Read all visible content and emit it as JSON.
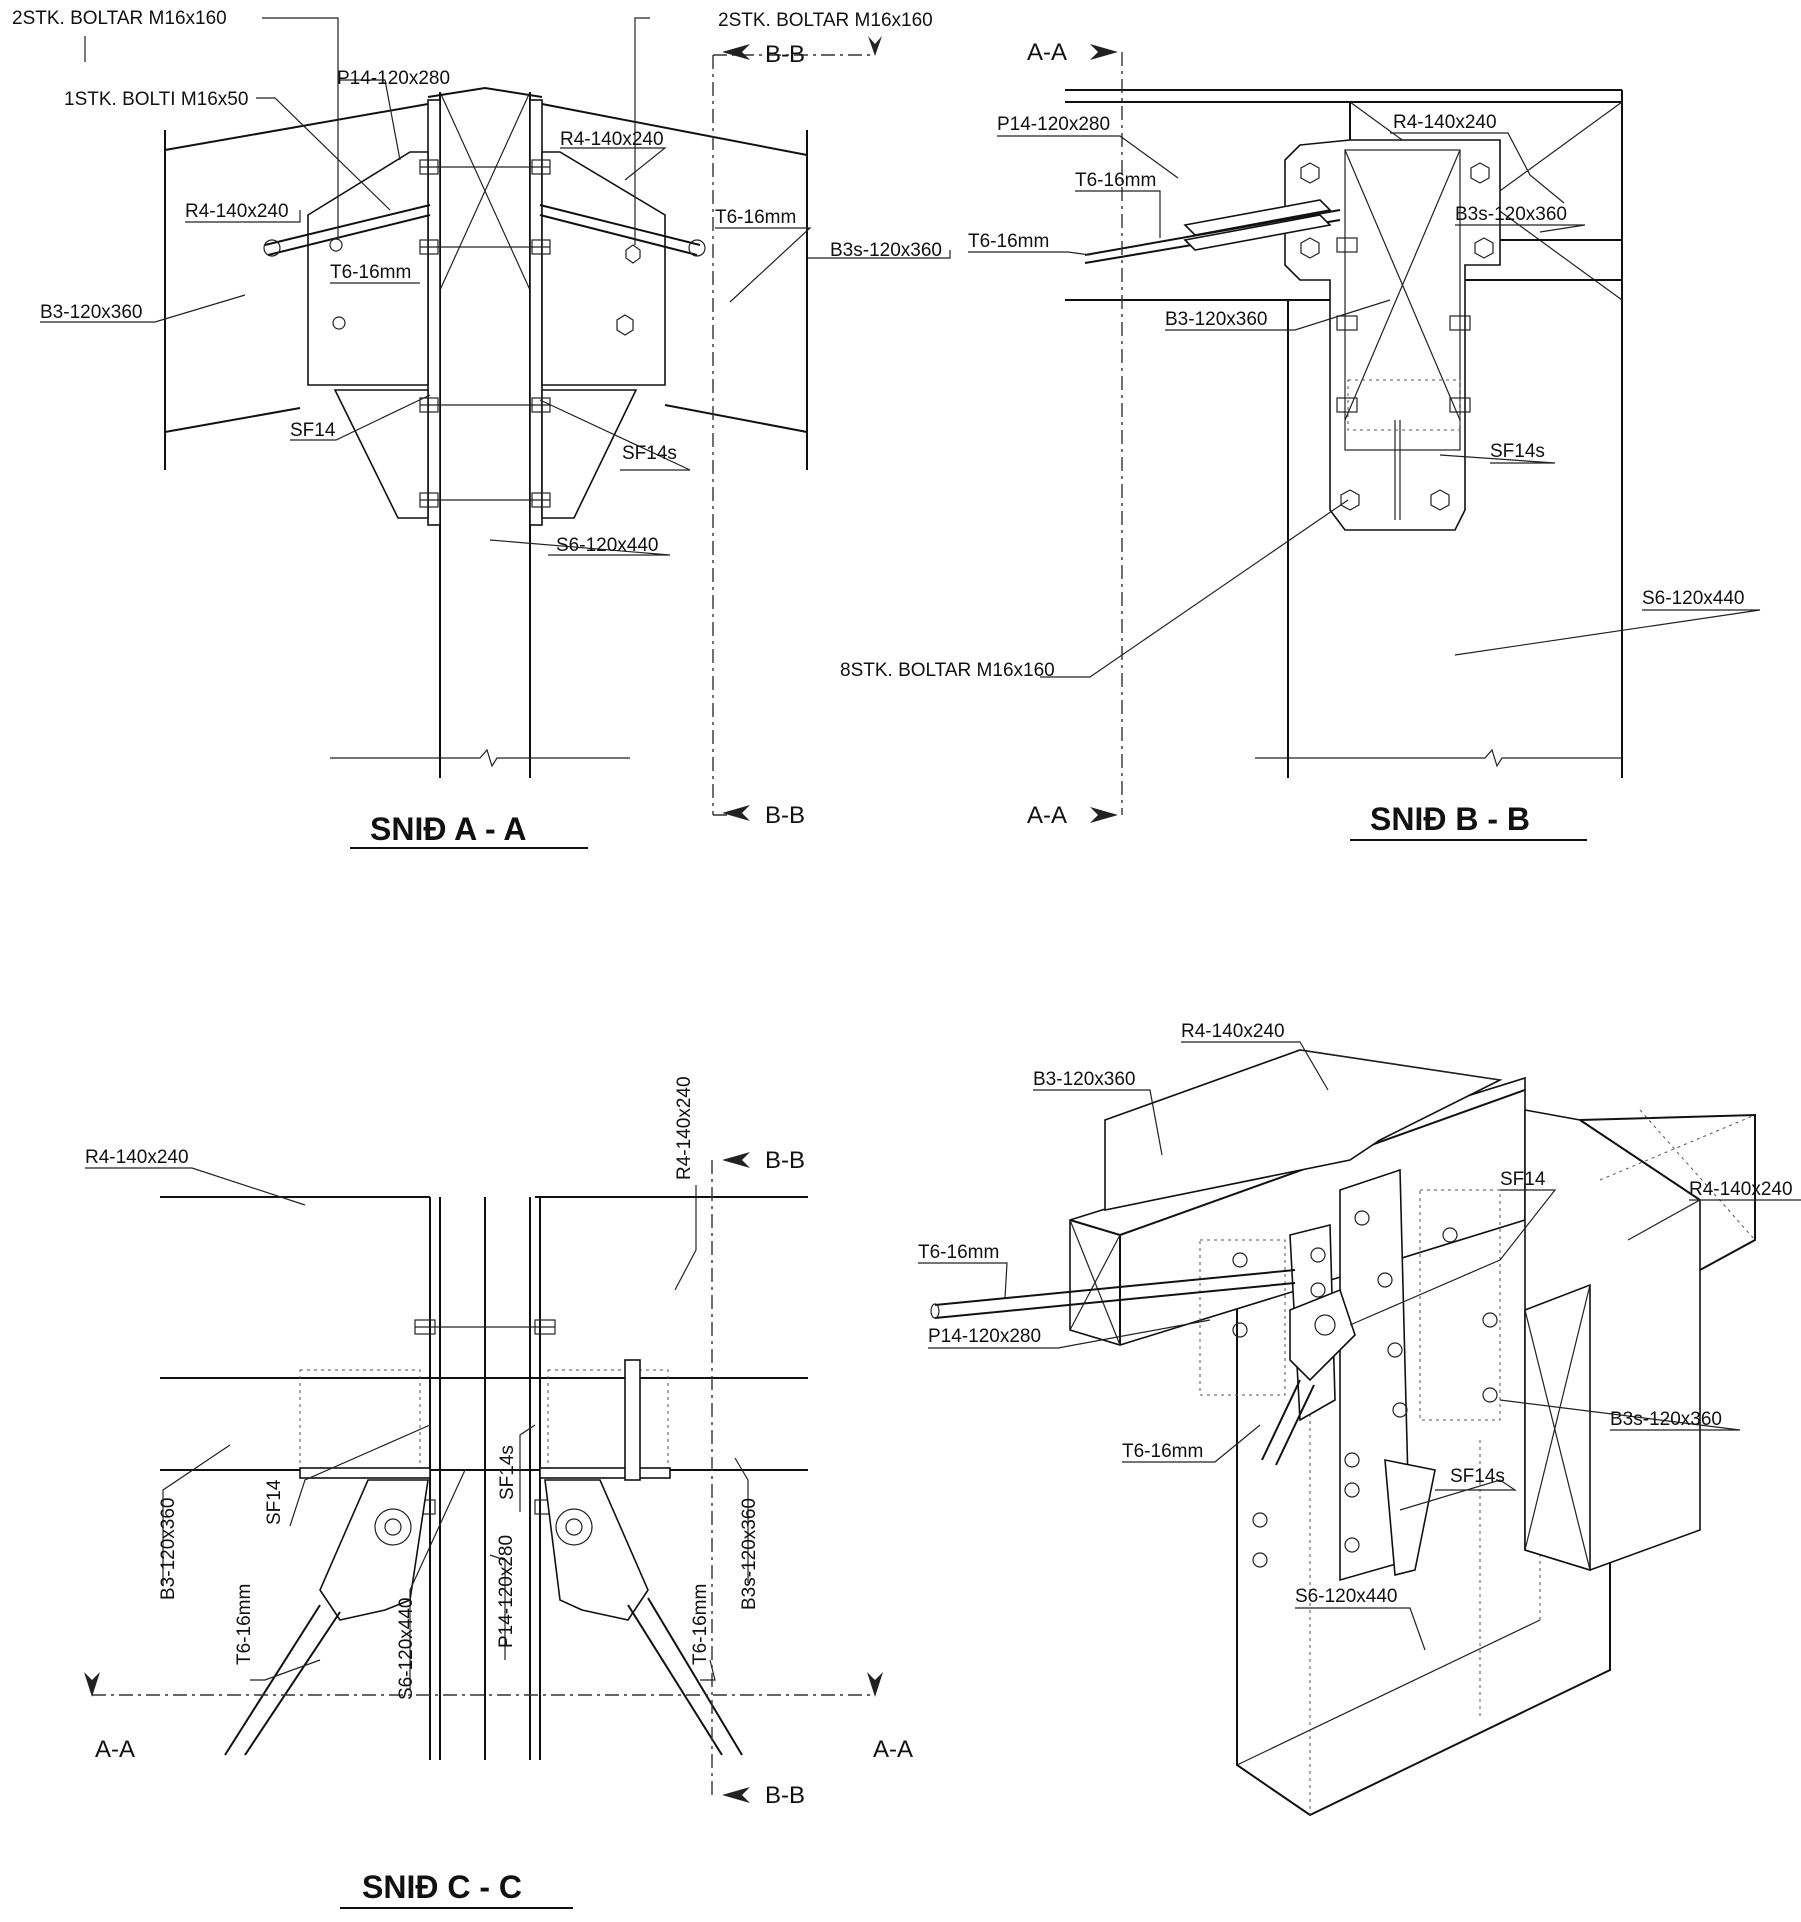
{
  "views": {
    "aa": {
      "title": "SNIĐ A - A",
      "labels": {
        "bolts_top_left": "2STK. BOLTAR M16x160",
        "bolts_top_right": "2STK. BOLTAR M16x160",
        "bolt_single": "1STK. BOLTI M16x50",
        "p14": "P14-120x280",
        "r4_left": "R4-140x240",
        "r4_right": "R4-140x240",
        "t6_left": "T6-16mm",
        "t6_right": "T6-16mm",
        "b3": "B3-120x360",
        "b3s": "B3s-120x360",
        "sf14": "SF14",
        "sf14s": "SF14s",
        "s6": "S6-120x440"
      },
      "section_marks": {
        "bb_top": "B-B",
        "bb_bottom": "B-B"
      }
    },
    "bb": {
      "title": "SNIĐ B - B",
      "labels": {
        "p14": "P14-120x280",
        "r4": "R4-140x240",
        "t6_a": "T6-16mm",
        "t6_b": "T6-16mm",
        "b3s": "B3s-120x360",
        "b3": "B3-120x360",
        "sf14s": "SF14s",
        "s6": "S6-120x440",
        "bolts": "8STK. BOLTAR M16x160"
      },
      "section_marks": {
        "aa_top": "A-A",
        "aa_bottom": "A-A"
      }
    },
    "cc": {
      "title": "SNIĐ C - C",
      "labels": {
        "r4_left": "R4-140x240",
        "r4_right": "R4-140x240",
        "b3": "B3-120x360",
        "sf14": "SF14",
        "sf14s": "SF14s",
        "t6_left": "T6-16mm",
        "s6": "S6-120x440",
        "p14": "P14-120x280",
        "t6_right": "T6-16mm",
        "b3s": "B3s-120x360"
      },
      "section_marks": {
        "bb_top": "B-B",
        "bb_bottom": "B-B",
        "aa_left": "A-A",
        "aa_right": "A-A"
      }
    },
    "iso": {
      "labels": {
        "r4_top": "R4-140x240",
        "b3": "B3-120x360",
        "sf14": "SF14",
        "r4_right": "R4-140x240",
        "t6_a": "T6-16mm",
        "p14": "P14-120x280",
        "b3s": "B3s-120x360",
        "t6_b": "T6-16mm",
        "sf14s": "SF14s",
        "s6": "S6-120x440"
      }
    }
  }
}
